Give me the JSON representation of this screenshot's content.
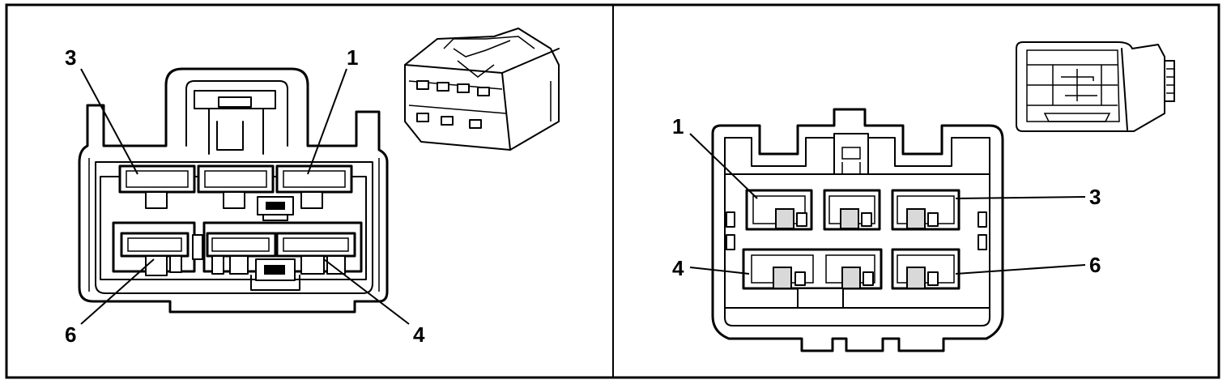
{
  "left_view": {
    "pin_labels": [
      "3",
      "1",
      "6",
      "4"
    ]
  },
  "right_view": {
    "pin_labels": [
      "1",
      "3",
      "4",
      "6"
    ]
  }
}
